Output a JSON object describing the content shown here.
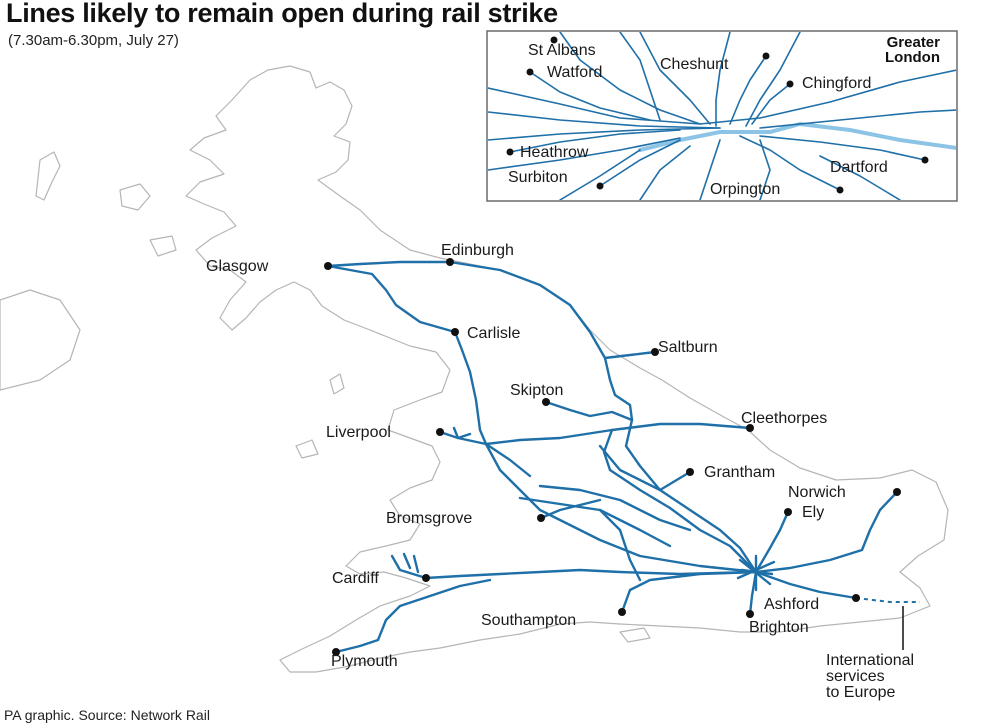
{
  "title": "Lines likely to remain open during rail strike",
  "subtitle": "(7.30am-6.30pm, July 27)",
  "source": "PA graphic. Source: Network Rail",
  "colors": {
    "rail": "#1f6fa8",
    "river": "#8cc4e6",
    "coast": "#b5b5b5"
  },
  "map_labels": {
    "glasgow": "Glasgow",
    "edinburgh": "Edinburgh",
    "carlisle": "Carlisle",
    "saltburn": "Saltburn",
    "skipton": "Skipton",
    "cleethorpes": "Cleethorpes",
    "liverpool": "Liverpool",
    "grantham": "Grantham",
    "norwich": "Norwich",
    "ely": "Ely",
    "bromsgrove": "Bromsgrove",
    "cardiff": "Cardiff",
    "southampton": "Southampton",
    "ashford": "Ashford",
    "brighton": "Brighton",
    "plymouth": "Plymouth",
    "international_line1": "International",
    "international_line2": "services",
    "international_line3": "to Europe"
  },
  "inset": {
    "title_line1": "Greater",
    "title_line2": "London",
    "labels": {
      "st_albans": "St Albans",
      "watford": "Watford",
      "cheshunt": "Cheshunt",
      "chingford": "Chingford",
      "heathrow": "Heathrow",
      "dartford": "Dartford",
      "surbiton": "Surbiton",
      "orpington": "Orpington"
    }
  }
}
